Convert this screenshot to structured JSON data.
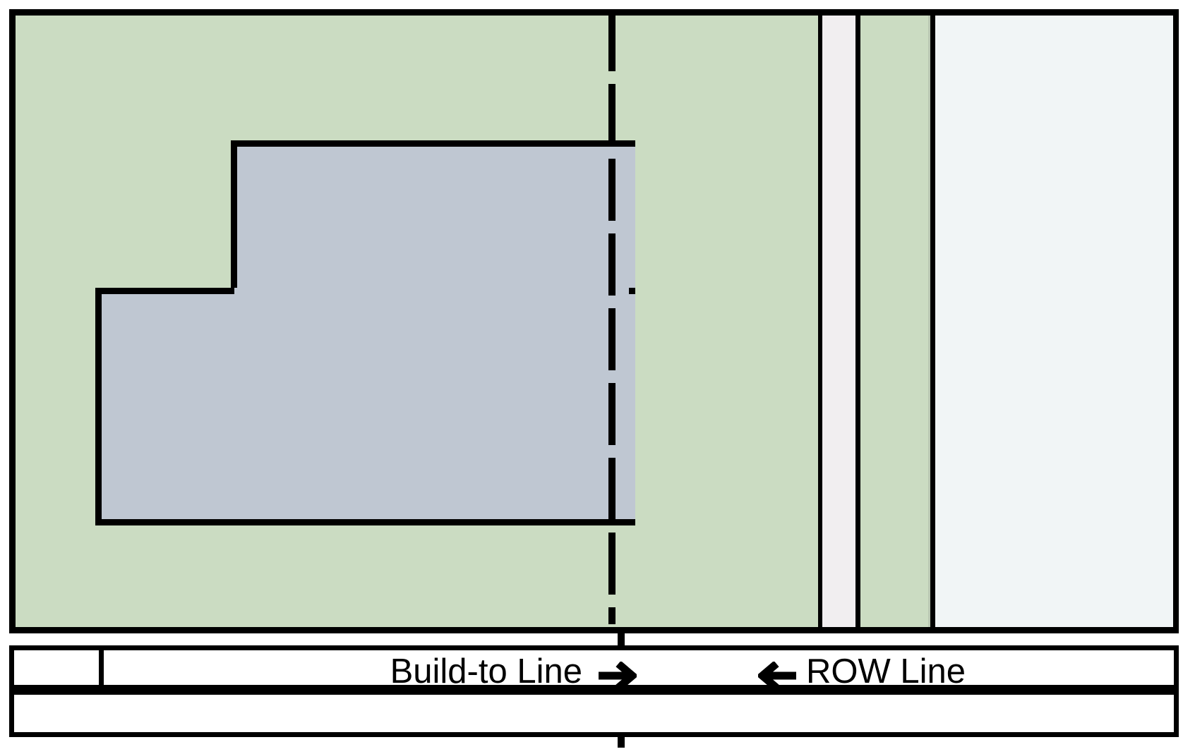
{
  "diagram": {
    "title": "Build-to Line and ROW Line site plan diagram",
    "type": "site-plan-section",
    "labels": {
      "build_to_line": "Build-to Line",
      "row_line": "ROW Line",
      "build_to_arrow": "arrow-right",
      "row_arrow": "arrow-left"
    },
    "zones": {
      "lot": "lot-parcel",
      "building": "building-footprint",
      "sidewalk": "sidewalk-strip",
      "planting": "planting-strip",
      "street": "street-roadway",
      "build_to_line": "build-to-line-dashed"
    },
    "colors": {
      "lot_green": "#cbdcc2",
      "building_gray": "#bfc7d2",
      "sidewalk_gray": "#f1eef0",
      "street_blue_gray": "#f1f5f6",
      "outline_black": "#000000"
    }
  }
}
